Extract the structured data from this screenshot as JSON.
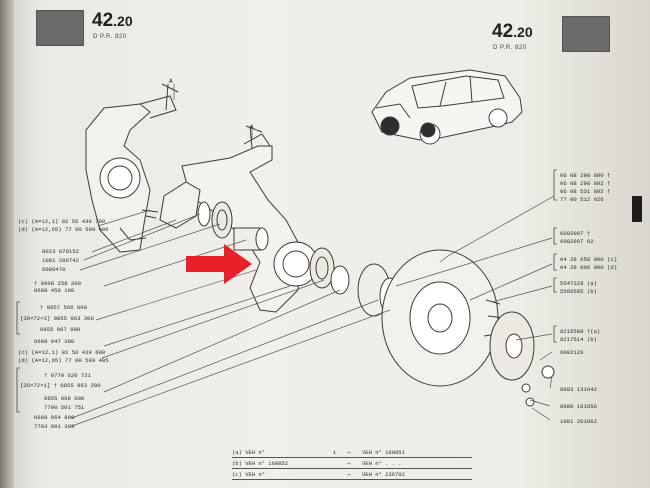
{
  "header": {
    "page_left": "42",
    "page_left_sub": ".20",
    "pr_left": "D            P.R. 820",
    "page_right": "42",
    "page_right_sub": ".20",
    "pr_right": "D            P.R. 820"
  },
  "left_labels": [
    {
      "text": "(c) (A=12,1)   02 56 439 700"
    },
    {
      "text": "(d) (A=12,65)  77 00 509 496"
    },
    {
      "text": "8023 070152"
    },
    {
      "text": "1081 200742"
    },
    {
      "text": "6080470"
    },
    {
      "text": "† 0608 258 200"
    },
    {
      "text": "  0608 458 100"
    },
    {
      "text": "† 0857 566 800"
    },
    {
      "text": "[30×72×3]  0855 963 300"
    },
    {
      "text": "  0855 967 900"
    },
    {
      "text": "0608 047 300"
    },
    {
      "text": "(c) (A=12,1)   02 56 439 600"
    },
    {
      "text": "(d) (A=12,65)  77 00 509 495"
    },
    {
      "text": "† 0770 620 721"
    },
    {
      "text": "[35×72×1] † 0855 963 200"
    },
    {
      "text": "  0855 968 000"
    },
    {
      "text": "  7700 501 751"
    },
    {
      "text": "0608 064 800"
    },
    {
      "text": "7703 001 309"
    }
  ],
  "right_labels": [
    {
      "text": "06 08 290 800 †"
    },
    {
      "text": "06 08 290 802 †"
    },
    {
      "text": "06 08 531 802 †"
    },
    {
      "text": "77 00 512 026"
    },
    {
      "text": "6082907 †"
    },
    {
      "text": "6082907  02"
    },
    {
      "text": "04 28 658 000 (c)"
    },
    {
      "text": "04 28 906 000 (d)"
    },
    {
      "text": "5547328 (a)"
    },
    {
      "text": "5560585 (b)"
    },
    {
      "text": "8216588 †(a)"
    },
    {
      "text": "8217514  (b)"
    },
    {
      "text": "6082126"
    },
    {
      "text": "8083 131642"
    },
    {
      "text": "8080 161056"
    },
    {
      "text": "1081 201062"
    }
  ],
  "callout": {
    "letter": "A"
  },
  "legend": [
    {
      "key": "(a) VEH n°",
      "num": "1",
      "to": "VEH n° 160851"
    },
    {
      "key": "(b) VEH n° 160852",
      "num": "",
      "to": "VEH n° . . ."
    },
    {
      "key": "(c) VEH n°",
      "num": "",
      "to": "VEH n° 236792"
    }
  ],
  "arrow_color": "#e8202a"
}
